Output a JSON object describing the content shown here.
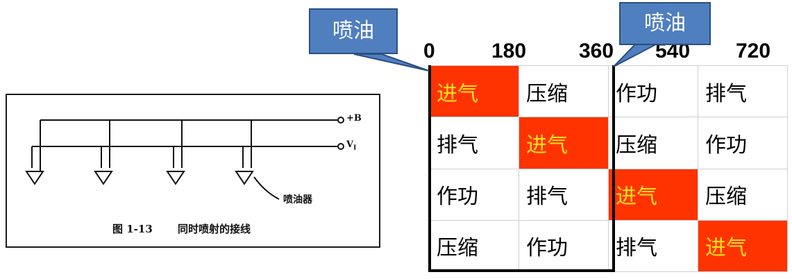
{
  "figure": {
    "terminal_b": "+B",
    "terminal_v": "V",
    "terminal_v_sub": "I",
    "injector_label": "喷油器",
    "caption_prefix": "图 1-13",
    "caption_text": "同时喷射的接线"
  },
  "callouts": {
    "left": "喷油",
    "right": "喷油"
  },
  "angle_labels": [
    "0",
    "180",
    "360",
    "540",
    "720"
  ],
  "colors": {
    "intake_bg": "#ff3300",
    "intake_text": "#ffe01a",
    "callout_fill": "#4f7fbf",
    "callout_border": "#2b4f80"
  },
  "table": {
    "rows": [
      [
        {
          "text": "进气",
          "intake": true
        },
        {
          "text": "压缩"
        },
        {
          "text": "作功"
        },
        {
          "text": "排气"
        }
      ],
      [
        {
          "text": "排气"
        },
        {
          "text": "进气",
          "intake": true
        },
        {
          "text": "压缩"
        },
        {
          "text": "作功"
        }
      ],
      [
        {
          "text": "作功"
        },
        {
          "text": "排气"
        },
        {
          "text": "进气",
          "intake": true
        },
        {
          "text": "压缩"
        }
      ],
      [
        {
          "text": "压缩"
        },
        {
          "text": "作功"
        },
        {
          "text": "排气"
        },
        {
          "text": "进气",
          "intake": true
        }
      ]
    ]
  }
}
